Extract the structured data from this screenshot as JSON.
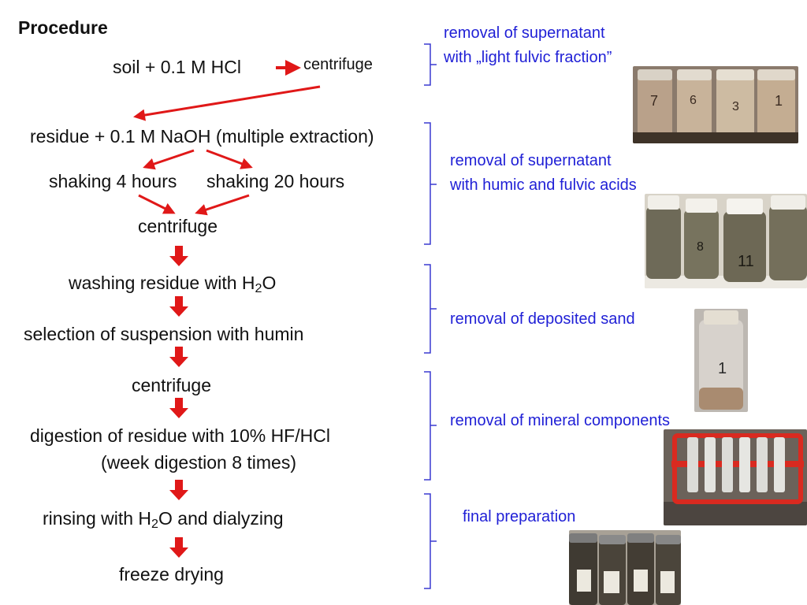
{
  "title": "Procedure",
  "steps": {
    "soil": "soil + 0.1 M HCl",
    "centrifuge_top": "centrifuge",
    "residue": "residue + 0.1 M NaOH (multiple extraction)",
    "shaking4": "shaking 4 hours",
    "shaking20": "shaking 20 hours",
    "centrifuge2": "centrifuge",
    "washing_pre": "washing residue with H",
    "washing_sub": "2",
    "washing_post": "O",
    "selection": "selection of suspension with humin",
    "centrifuge3": "centrifuge",
    "digestion1": "digestion of residue with 10% HF/HCl",
    "digestion2": "(week digestion 8 times)",
    "rinsing_pre": "rinsing with H",
    "rinsing_sub": "2",
    "rinsing_post": "O and dialyzing",
    "freeze": "freeze drying"
  },
  "notes": {
    "n1_line1": "removal of  supernatant",
    "n1_line2": "with „light fulvic fraction”",
    "n2_line1": "removal of supernatant",
    "n2_line2": "with humic and fulvic acids",
    "n3": "removal of deposited sand",
    "n4": "removal of mineral  components",
    "n5": "final preparation"
  },
  "photos": {
    "p1_labels": [
      "7",
      "6",
      "3",
      "1"
    ],
    "p2_labels": [
      "8",
      "11"
    ],
    "p3_labels": [
      "1"
    ]
  },
  "colors": {
    "arrow": "#e01818",
    "note_text": "#1f1fd6",
    "bracket": "#3a3ad0"
  }
}
